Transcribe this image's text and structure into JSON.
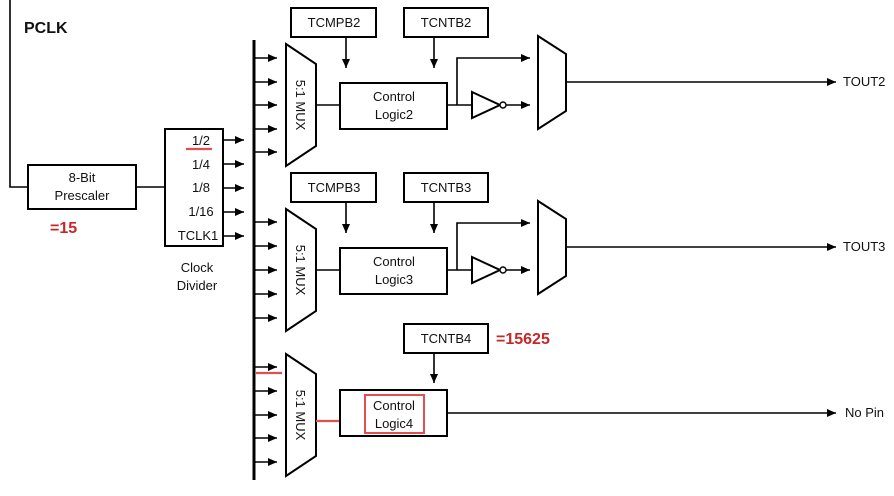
{
  "clock_source": {
    "label": "PCLK"
  },
  "prescaler": {
    "label_line1": "8-Bit",
    "label_line2": "Prescaler",
    "annotation": "=15"
  },
  "clock_divider": {
    "outputs": [
      "1/2",
      "1/4",
      "1/8",
      "1/16",
      "TCLK1"
    ],
    "caption_line1": "Clock",
    "caption_line2": "Divider"
  },
  "channels": [
    {
      "mux_label": "5:1 MUX",
      "cmp_reg": "TCMPB2",
      "cnt_reg": "TCNTB2",
      "logic_line1": "Control",
      "logic_line2": "Logic2",
      "output": "TOUT2"
    },
    {
      "mux_label": "5:1 MUX",
      "cmp_reg": "TCMPB3",
      "cnt_reg": "TCNTB3",
      "logic_line1": "Control",
      "logic_line2": "Logic3",
      "output": "TOUT3"
    },
    {
      "mux_label": "5:1 MUX",
      "cnt_reg": "TCNTB4",
      "cnt_annotation": "=15625",
      "logic_line1": "Control",
      "logic_line2": "Logic4",
      "output": "No Pin"
    }
  ],
  "colors": {
    "highlight": "#e05050",
    "annotation": "#c62828",
    "line": "#000000"
  }
}
